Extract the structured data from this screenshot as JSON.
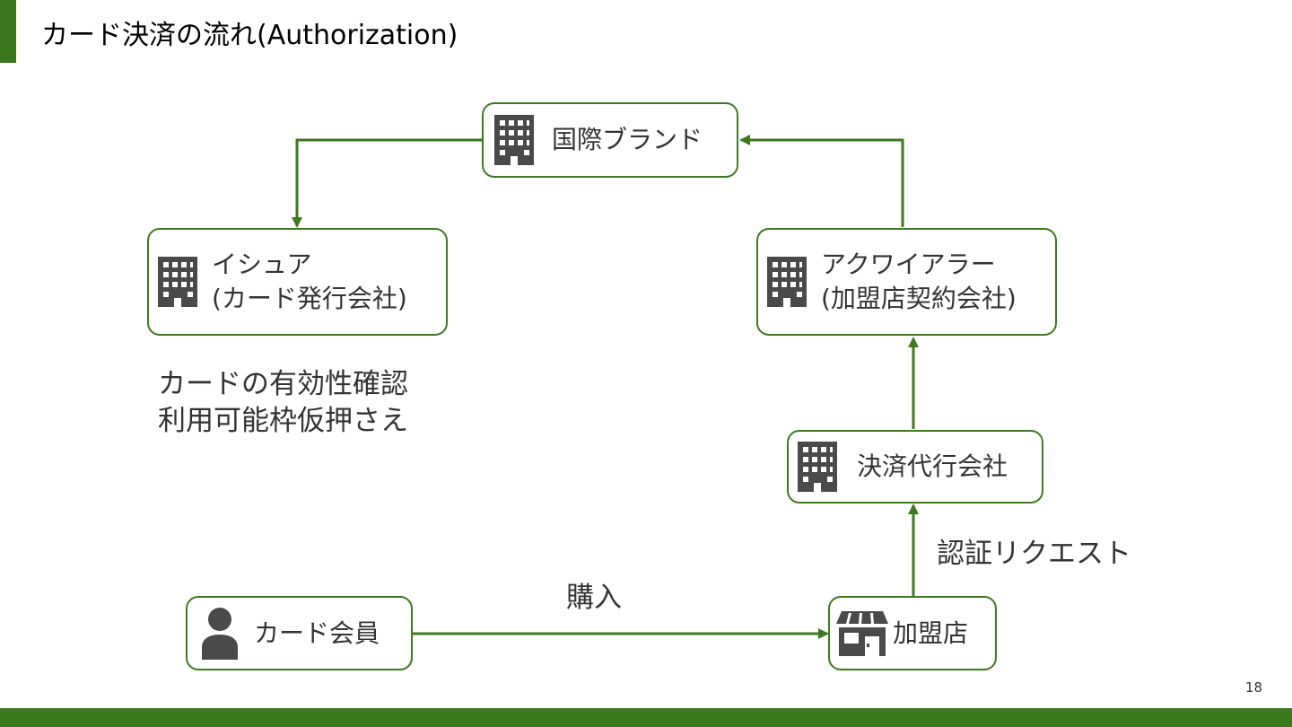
{
  "slide": {
    "title": "カード決済の流れ(Authorization)",
    "page_number": "18"
  },
  "colors": {
    "accent": "#3d7a1f",
    "icon": "#4a4a4a"
  },
  "nodes": {
    "brand": {
      "label": "国際ブランド",
      "icon": "building-icon"
    },
    "issuer": {
      "line1": "イシュア",
      "line2": "(カード発行会社)",
      "icon": "building-icon"
    },
    "acquirer": {
      "line1": "アクワイアラー",
      "line2": "(加盟店契約会社)",
      "icon": "building-icon"
    },
    "psp": {
      "label": "決済代行会社",
      "icon": "building-icon"
    },
    "merchant": {
      "label": "加盟店",
      "icon": "store-icon"
    },
    "member": {
      "label": "カード会員",
      "icon": "person-icon"
    }
  },
  "annotations": {
    "issuer_note_line1": "カードの有効性確認",
    "issuer_note_line2": "利用可能枠仮押さえ",
    "purchase": "購入",
    "auth_request": "認証リクエスト"
  }
}
